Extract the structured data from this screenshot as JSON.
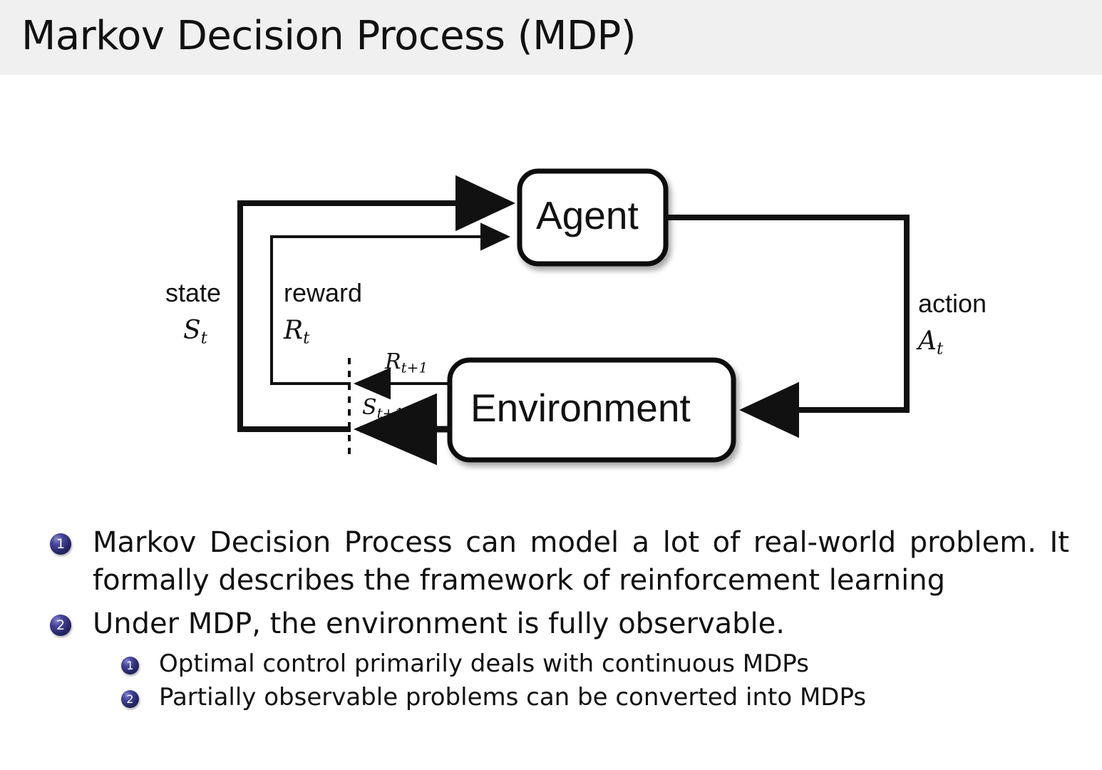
{
  "slide": {
    "title": "Markov Decision Process (MDP)",
    "header_bg": "#f0f0f0",
    "page_bg": "#ffffff",
    "text_color": "#111111",
    "bullet_color": "#262668"
  },
  "diagram": {
    "name": "agent-environment-interaction-loop",
    "agent_box_label": "Agent",
    "environment_box_label": "Environment",
    "state_label": "state",
    "state_symbol": "S",
    "state_symbol_sub": "t",
    "reward_label": "reward",
    "reward_symbol": "R",
    "reward_symbol_sub": "t",
    "action_label": "action",
    "action_symbol": "A",
    "action_symbol_sub": "t",
    "next_reward_symbol": "R",
    "next_reward_sub": "t+1",
    "next_state_symbol": "S",
    "next_state_sub": "t+1"
  },
  "bullets": [
    {
      "number": "1",
      "level": 1,
      "text": "Markov Decision Process can model a lot of real-world problem. It formally describes the framework of reinforcement learning"
    },
    {
      "number": "2",
      "level": 1,
      "text": "Under MDP, the environment is fully observable."
    },
    {
      "number": "1",
      "level": 2,
      "text": "Optimal control primarily deals with continuous MDPs"
    },
    {
      "number": "2",
      "level": 2,
      "text": "Partially observable problems can be converted into MDPs"
    }
  ]
}
